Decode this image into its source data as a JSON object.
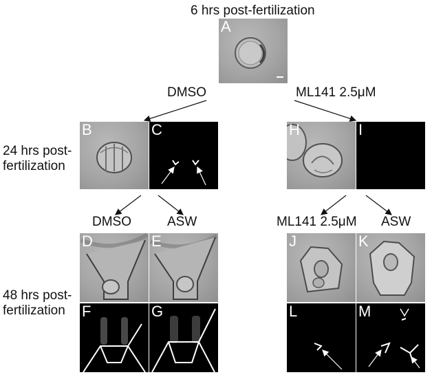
{
  "headings": {
    "top": "6 hrs post-fertilization",
    "row24": [
      "24 hrs post-",
      "fertilization"
    ],
    "row48": [
      "48 hrs post-",
      "fertilization"
    ]
  },
  "branches": {
    "left_first": "DMSO",
    "right_first": "ML141 2.5μM",
    "left_second_a": "DMSO",
    "left_second_b": "ASW",
    "right_second_a": "ML141 2.5μM",
    "right_second_b": "ASW"
  },
  "panels": {
    "A": "A",
    "B": "B",
    "C": "C",
    "H": "H",
    "I": "I",
    "D": "D",
    "E": "E",
    "J": "J",
    "K": "K",
    "F": "F",
    "G": "G",
    "L": "L",
    "M": "M"
  }
}
